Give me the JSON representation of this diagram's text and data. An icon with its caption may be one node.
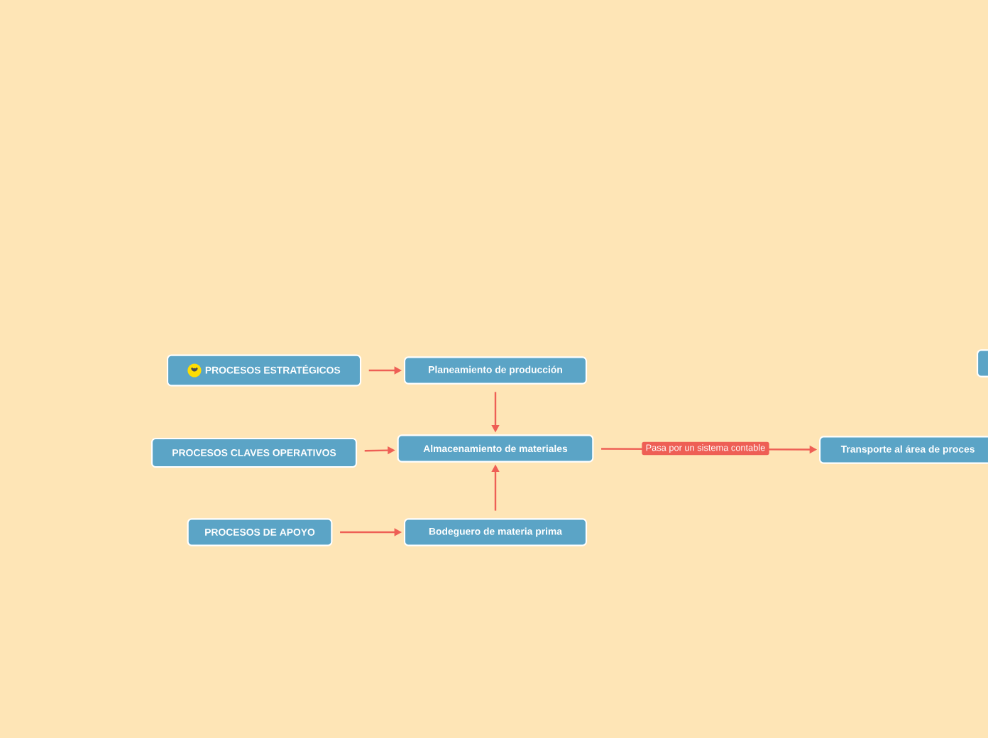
{
  "diagram": {
    "nodes": [
      {
        "text": [
          "PROCESOS ESTRATÉGICOS"
        ]
      },
      {
        "text": [
          "Planeamiento de producción"
        ]
      },
      {
        "text": [
          "PROCESOS CLAVES OPERATIVOS"
        ]
      },
      {
        "text": [
          "Almacenamiento de materiales"
        ]
      },
      {
        "text": [
          "PROCESOS DE APOYO"
        ]
      },
      {
        "text": [
          "Bodeguero de materia prima"
        ]
      },
      {
        "text": [
          "Transporte al área de proces"
        ]
      },
      {
        "text": [],
        "shape": "box"
      }
    ],
    "edges": [
      {
        "from": 0,
        "to": 1,
        "arrow": "to"
      },
      {
        "from": 1,
        "to": 3,
        "arrow": "to"
      },
      {
        "from": 2,
        "to": 3,
        "arrow": "to"
      },
      {
        "from": 5,
        "to": 3,
        "arrow": "to"
      },
      {
        "from": 4,
        "to": 5,
        "arrow": "to"
      },
      {
        "from": 3,
        "to": 6,
        "label": "Pasa por un sistema contable",
        "arrow": "to"
      }
    ]
  }
}
